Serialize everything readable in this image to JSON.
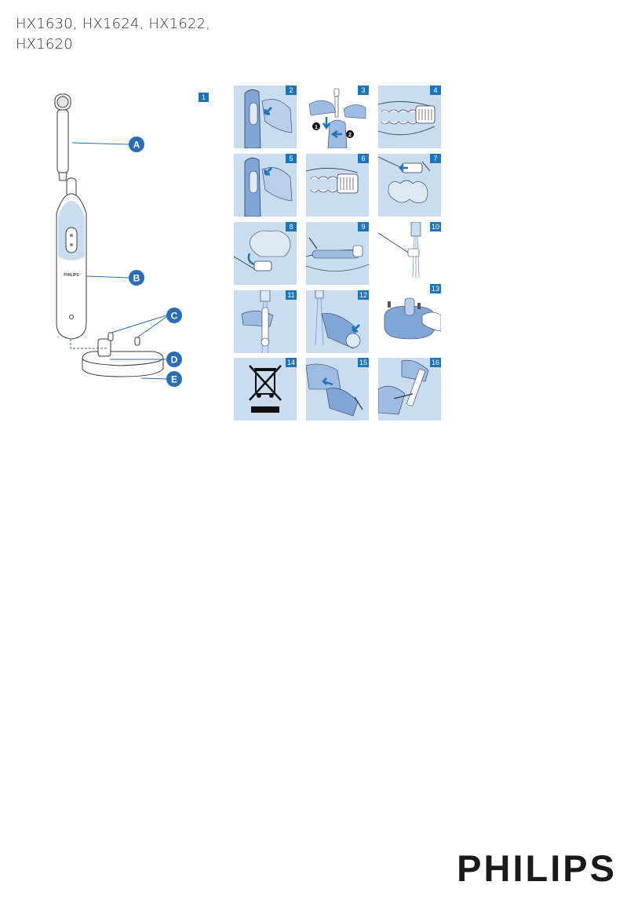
{
  "document": {
    "title_line1": "HX1630, HX1624, HX1622,",
    "title_line2": "HX1620"
  },
  "overview": {
    "figure_number": "1",
    "callouts": [
      "A",
      "B",
      "C",
      "D",
      "E"
    ],
    "handle_brand": "PHILIPS"
  },
  "panels": [
    {
      "number": "2"
    },
    {
      "number": "3"
    },
    {
      "number": "4"
    },
    {
      "number": "5"
    },
    {
      "number": "6"
    },
    {
      "number": "7"
    },
    {
      "number": "8"
    },
    {
      "number": "9"
    },
    {
      "number": "10"
    },
    {
      "number": "11"
    },
    {
      "number": "12"
    },
    {
      "number": "13"
    },
    {
      "number": "14"
    },
    {
      "number": "15"
    },
    {
      "number": "16"
    }
  ],
  "step_markers": [
    "1",
    "2"
  ],
  "logo": {
    "text": "PHILIPS"
  },
  "colors": {
    "accent": "#1b75bc",
    "panel_bg": "#c9dcf0",
    "callout": "#2a6db5"
  }
}
